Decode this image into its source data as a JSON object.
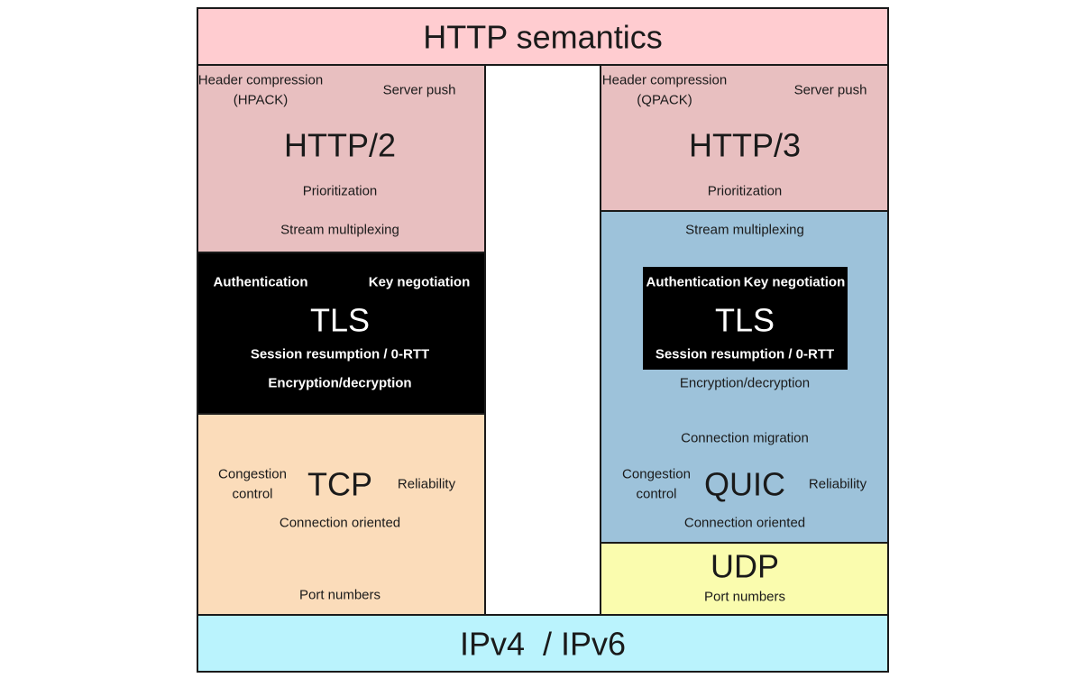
{
  "http_semantics": "HTTP semantics",
  "left": {
    "header_compression": "Header compression",
    "hpack": "(HPACK)",
    "server_push": "Server push",
    "http2": "HTTP/2",
    "prioritization": "Prioritization",
    "stream_multiplexing": "Stream multiplexing",
    "authentication": "Authentication",
    "key_negotiation": "Key negotiation",
    "tls": "TLS",
    "session_resumption": "Session resumption / 0-RTT",
    "encryption": "Encryption/decryption",
    "congestion": "Congestion",
    "control": "control",
    "tcp": "TCP",
    "reliability": "Reliability",
    "connection_oriented": "Connection oriented",
    "port_numbers": "Port numbers"
  },
  "right": {
    "header_compression": "Header compression",
    "qpack": "(QPACK)",
    "server_push": "Server push",
    "http3": "HTTP/3",
    "prioritization": "Prioritization",
    "stream_multiplexing": "Stream multiplexing",
    "authentication": "Authentication",
    "key_negotiation": "Key negotiation",
    "tls": "TLS",
    "session_resumption": "Session resumption / 0-RTT",
    "encryption": "Encryption/decryption",
    "connection_migration": "Connection migration",
    "congestion": "Congestion",
    "control": "control",
    "quic": "QUIC",
    "reliability": "Reliability",
    "connection_oriented": "Connection oriented",
    "udp": "UDP",
    "port_numbers": "Port numbers"
  },
  "ip": "IPv4  / IPv6",
  "colors": {
    "http_semantics": "#ffccd0",
    "http_layer": "#e8bfc0",
    "tls": "#000000",
    "tcp": "#fbdcba",
    "quic": "#9dc2da",
    "udp": "#fafcae",
    "ip": "#baf3fd"
  }
}
